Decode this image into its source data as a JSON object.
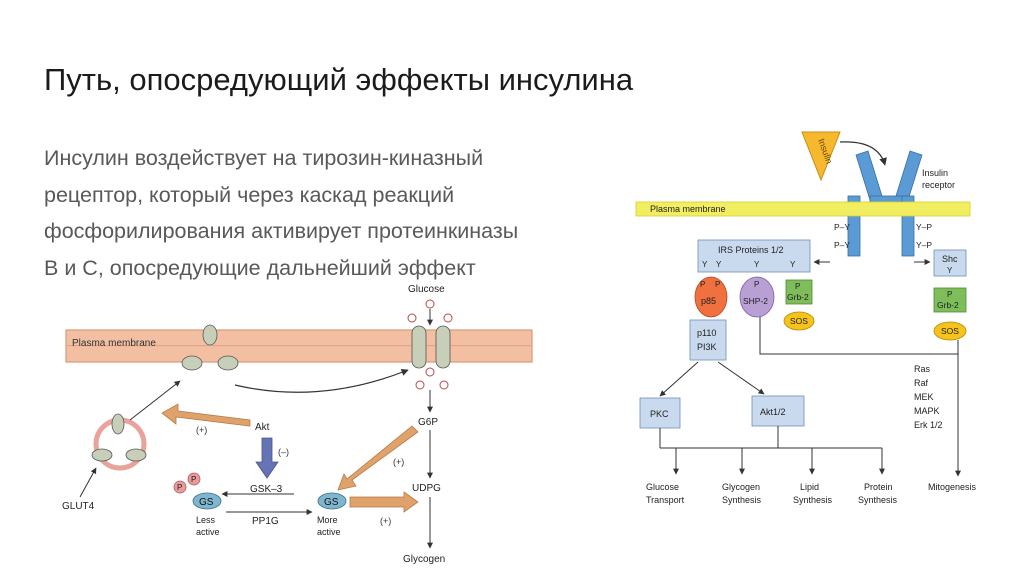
{
  "slide": {
    "title": "Путь, опосредующий эффекты инсулина",
    "body_lines": [
      "Инсулин воздействует на тирозин-киназный",
      "рецептор, который через каскад реакций",
      "фосфорилирования активирует протеинкиназы",
      "В и С, опосредующие дальнейший эффект"
    ]
  },
  "left_diagram": {
    "membrane_label": "Plasma membrane",
    "glucose": "Glucose",
    "glut4": "GLUT4",
    "akt": "Akt",
    "plus": "(+)",
    "minus": "(–)",
    "gsk3": "GSK–3",
    "pp1g": "PP1G",
    "gs": "GS",
    "p": "P",
    "less_active": [
      "Less",
      "active"
    ],
    "more_active": [
      "More",
      "active"
    ],
    "g6p": "G6P",
    "udpg": "UDPG",
    "glycogen": "Glycogen"
  },
  "right_diagram": {
    "insulin": "Insulin",
    "insulin_receptor": [
      "Insulin",
      "receptor"
    ],
    "membrane_label": "Plasma membrane",
    "py": "P–Y",
    "yp": "Y–P",
    "irs": "IRS Proteins 1/2",
    "y": "Y",
    "p": "P",
    "p85": "p85",
    "shp2": "SHP-2",
    "grb2": "Grb-2",
    "sos": "SOS",
    "shc": "Shc",
    "p110": [
      "p110",
      "PI3K"
    ],
    "pkc": "PKC",
    "akt12": "Akt1/2",
    "mapk_cascade": [
      "Ras",
      "Raf",
      "MEK",
      "MAPK",
      "Erk 1/2"
    ],
    "outputs": [
      [
        "Glucose",
        "Transport"
      ],
      [
        "Glycogen",
        "Synthesis"
      ],
      [
        "Lipid",
        "Synthesis"
      ],
      [
        "Protein",
        "Synthesis"
      ]
    ],
    "mitogenesis": "Mitogenesis"
  }
}
